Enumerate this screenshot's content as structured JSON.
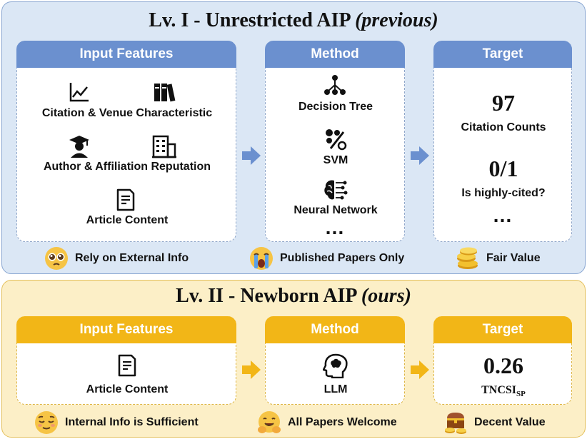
{
  "level1": {
    "title_main": "Lv. I - Unrestricted AIP ",
    "title_italic": "(previous)",
    "input_header": "Input Features",
    "method_header": "Method",
    "target_header": "Target",
    "inputs": [
      "Citation & Venue Characteristic",
      "Author & Affiliation Reputation",
      "Article Content"
    ],
    "methods": [
      "Decision Tree",
      "SVM",
      "Neural Network"
    ],
    "method_ellipsis": "…",
    "targets": [
      {
        "value": "97",
        "label": "Citation Counts"
      },
      {
        "value": "0/1",
        "label": "Is highly-cited?"
      }
    ],
    "target_ellipsis": "…",
    "footer": [
      "Rely on External Info",
      "Published Papers Only",
      "Fair Value"
    ]
  },
  "level2": {
    "title_main": "Lv. II - Newborn AIP ",
    "title_italic": "(ours)",
    "input_header": "Input Features",
    "method_header": "Method",
    "target_header": "Target",
    "input": "Article Content",
    "method": "LLM",
    "target_value": "0.26",
    "target_label": "TNCSI",
    "target_label_sub": "SP",
    "footer": [
      "Internal Info is Sufficient",
      "All Papers Welcome",
      "Decent Value"
    ]
  },
  "colors": {
    "panel1_bg": "#dbe7f5",
    "panel1_header": "#6b90cf",
    "panel2_bg": "#fcefc7",
    "panel2_header": "#f2b617"
  },
  "icons": [
    "line-chart-icon",
    "books-icon",
    "graduate-icon",
    "building-icon",
    "document-icon",
    "tree-icon",
    "percent-icon",
    "brain-icon",
    "head-brain-icon"
  ]
}
